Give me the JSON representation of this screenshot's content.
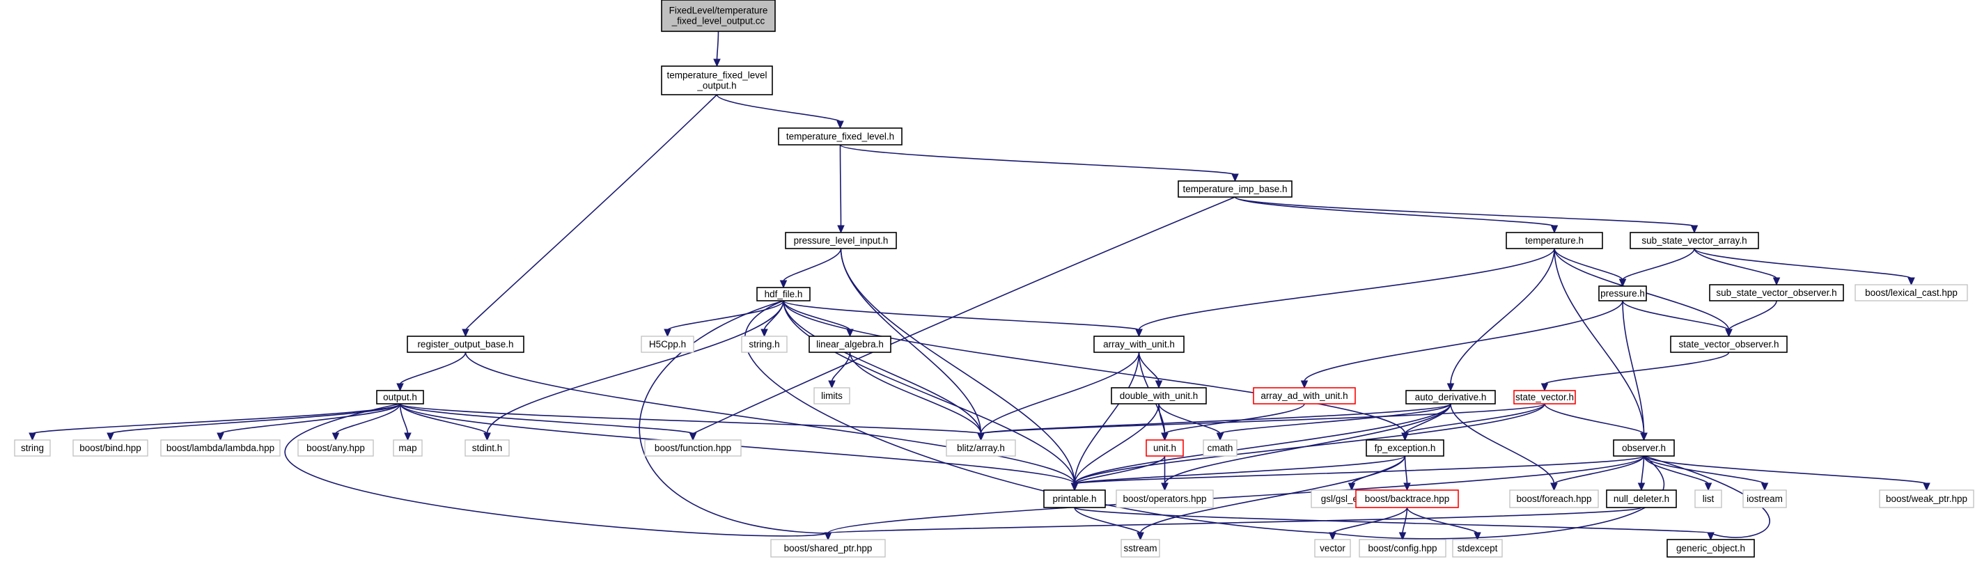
{
  "nodes": [
    {
      "id": "root",
      "lines": [
        "FixedLevel/temperature",
        "_fixed_level_output.cc"
      ],
      "style": "root"
    },
    {
      "id": "tflo",
      "lines": [
        "temperature_fixed_level",
        "_output.h"
      ],
      "style": "normal"
    },
    {
      "id": "tfl",
      "lines": [
        "temperature_fixed_level.h"
      ],
      "style": "normal"
    },
    {
      "id": "tib",
      "lines": [
        "temperature_imp_base.h"
      ],
      "style": "normal"
    },
    {
      "id": "pli",
      "lines": [
        "pressure_level_input.h"
      ],
      "style": "normal"
    },
    {
      "id": "temp",
      "lines": [
        "temperature.h"
      ],
      "style": "normal"
    },
    {
      "id": "ssva",
      "lines": [
        "sub_state_vector_array.h"
      ],
      "style": "normal"
    },
    {
      "id": "hdf",
      "lines": [
        "hdf_file.h"
      ],
      "style": "normal"
    },
    {
      "id": "pressure",
      "lines": [
        "pressure.h"
      ],
      "style": "normal"
    },
    {
      "id": "ssvo",
      "lines": [
        "sub_state_vector_observer.h"
      ],
      "style": "normal"
    },
    {
      "id": "blc",
      "lines": [
        "boost/lexical_cast.hpp"
      ],
      "style": "gray"
    },
    {
      "id": "rob",
      "lines": [
        "register_output_base.h"
      ],
      "style": "normal"
    },
    {
      "id": "h5cpp",
      "lines": [
        "H5Cpp.h"
      ],
      "style": "gray"
    },
    {
      "id": "stringh",
      "lines": [
        "string.h"
      ],
      "style": "gray"
    },
    {
      "id": "la",
      "lines": [
        "linear_algebra.h"
      ],
      "style": "normal"
    },
    {
      "id": "awu",
      "lines": [
        "array_with_unit.h"
      ],
      "style": "normal"
    },
    {
      "id": "svo",
      "lines": [
        "state_vector_observer.h"
      ],
      "style": "normal"
    },
    {
      "id": "output",
      "lines": [
        "output.h"
      ],
      "style": "normal"
    },
    {
      "id": "limits",
      "lines": [
        "limits"
      ],
      "style": "gray"
    },
    {
      "id": "dwu",
      "lines": [
        "double_with_unit.h"
      ],
      "style": "normal"
    },
    {
      "id": "aadwu",
      "lines": [
        "array_ad_with_unit.h"
      ],
      "style": "red"
    },
    {
      "id": "ad",
      "lines": [
        "auto_derivative.h"
      ],
      "style": "normal"
    },
    {
      "id": "sv",
      "lines": [
        "state_vector.h"
      ],
      "style": "red"
    },
    {
      "id": "string",
      "lines": [
        "string"
      ],
      "style": "gray"
    },
    {
      "id": "bbind",
      "lines": [
        "boost/bind.hpp"
      ],
      "style": "gray"
    },
    {
      "id": "blambda",
      "lines": [
        "boost/lambda/lambda.hpp"
      ],
      "style": "gray"
    },
    {
      "id": "bany",
      "lines": [
        "boost/any.hpp"
      ],
      "style": "gray"
    },
    {
      "id": "map",
      "lines": [
        "map"
      ],
      "style": "gray"
    },
    {
      "id": "stdint",
      "lines": [
        "stdint.h"
      ],
      "style": "gray"
    },
    {
      "id": "bfunc",
      "lines": [
        "boost/function.hpp"
      ],
      "style": "gray"
    },
    {
      "id": "blitz",
      "lines": [
        "blitz/array.h"
      ],
      "style": "gray"
    },
    {
      "id": "unit",
      "lines": [
        "unit.h"
      ],
      "style": "red"
    },
    {
      "id": "cmath",
      "lines": [
        "cmath"
      ],
      "style": "gray"
    },
    {
      "id": "fpe",
      "lines": [
        "fp_exception.h"
      ],
      "style": "normal"
    },
    {
      "id": "observer",
      "lines": [
        "observer.h"
      ],
      "style": "normal"
    },
    {
      "id": "printable",
      "lines": [
        "printable.h"
      ],
      "style": "normal"
    },
    {
      "id": "bops",
      "lines": [
        "boost/operators.hpp"
      ],
      "style": "gray"
    },
    {
      "id": "gsl",
      "lines": [
        "gsl/gsl_errno.h"
      ],
      "style": "gray"
    },
    {
      "id": "bbt",
      "lines": [
        "boost/backtrace.hpp"
      ],
      "style": "red"
    },
    {
      "id": "bforeach",
      "lines": [
        "boost/foreach.hpp"
      ],
      "style": "gray"
    },
    {
      "id": "nulld",
      "lines": [
        "null_deleter.h"
      ],
      "style": "normal"
    },
    {
      "id": "list",
      "lines": [
        "list"
      ],
      "style": "gray"
    },
    {
      "id": "iostream",
      "lines": [
        "iostream"
      ],
      "style": "gray"
    },
    {
      "id": "bwp",
      "lines": [
        "boost/weak_ptr.hpp"
      ],
      "style": "gray"
    },
    {
      "id": "bsp",
      "lines": [
        "boost/shared_ptr.hpp"
      ],
      "style": "gray"
    },
    {
      "id": "sstream",
      "lines": [
        "sstream"
      ],
      "style": "gray"
    },
    {
      "id": "vector",
      "lines": [
        "vector"
      ],
      "style": "gray"
    },
    {
      "id": "bconfig",
      "lines": [
        "boost/config.hpp"
      ],
      "style": "gray"
    },
    {
      "id": "stdexcept",
      "lines": [
        "stdexcept"
      ],
      "style": "gray"
    },
    {
      "id": "go",
      "lines": [
        "generic_object.h"
      ],
      "style": "normal"
    }
  ],
  "edges": [
    [
      "root",
      "tflo"
    ],
    [
      "tflo",
      "tfl"
    ],
    [
      "tflo",
      "rob"
    ],
    [
      "tfl",
      "tib"
    ],
    [
      "tfl",
      "pli"
    ],
    [
      "tib",
      "temp"
    ],
    [
      "tib",
      "ssva"
    ],
    [
      "tib",
      "bfunc"
    ],
    [
      "pli",
      "hdf"
    ],
    [
      "pli",
      "blitz"
    ],
    [
      "pli",
      "printable"
    ],
    [
      "temp",
      "pressure"
    ],
    [
      "temp",
      "svo"
    ],
    [
      "temp",
      "awu"
    ],
    [
      "temp",
      "ad"
    ],
    [
      "temp",
      "observer"
    ],
    [
      "ssva",
      "pressure"
    ],
    [
      "ssva",
      "ssvo"
    ],
    [
      "ssva",
      "blc"
    ],
    [
      "pressure",
      "svo"
    ],
    [
      "pressure",
      "aadwu"
    ],
    [
      "pressure",
      "observer"
    ],
    [
      "ssvo",
      "svo"
    ],
    [
      "svo",
      "sv"
    ],
    [
      "hdf",
      "h5cpp"
    ],
    [
      "hdf",
      "stringh"
    ],
    [
      "hdf",
      "la"
    ],
    [
      "hdf",
      "awu"
    ],
    [
      "hdf",
      "blitz"
    ],
    [
      "hdf",
      "stdint"
    ],
    [
      "hdf",
      "bsp"
    ],
    [
      "hdf",
      "vector"
    ],
    [
      "hdf",
      "printable"
    ],
    [
      "hdf",
      "fpe"
    ],
    [
      "rob",
      "output"
    ],
    [
      "rob",
      "printable"
    ],
    [
      "la",
      "limits"
    ],
    [
      "la",
      "blitz"
    ],
    [
      "awu",
      "dwu"
    ],
    [
      "awu",
      "blitz"
    ],
    [
      "awu",
      "printable"
    ],
    [
      "awu",
      "unit"
    ],
    [
      "output",
      "string"
    ],
    [
      "output",
      "bbind"
    ],
    [
      "output",
      "blambda"
    ],
    [
      "output",
      "bany"
    ],
    [
      "output",
      "map"
    ],
    [
      "output",
      "stdint"
    ],
    [
      "output",
      "bfunc"
    ],
    [
      "output",
      "blitz"
    ],
    [
      "output",
      "printable"
    ],
    [
      "output",
      "bsp"
    ],
    [
      "dwu",
      "unit"
    ],
    [
      "dwu",
      "cmath"
    ],
    [
      "dwu",
      "printable"
    ],
    [
      "aadwu",
      "unit"
    ],
    [
      "ad",
      "blitz"
    ],
    [
      "ad",
      "cmath"
    ],
    [
      "ad",
      "fpe"
    ],
    [
      "ad",
      "printable"
    ],
    [
      "ad",
      "bops"
    ],
    [
      "ad",
      "bforeach"
    ],
    [
      "sv",
      "blitz"
    ],
    [
      "sv",
      "fpe"
    ],
    [
      "sv",
      "printable"
    ],
    [
      "sv",
      "observer"
    ],
    [
      "unit",
      "printable"
    ],
    [
      "unit",
      "bops"
    ],
    [
      "fpe",
      "printable"
    ],
    [
      "fpe",
      "gsl"
    ],
    [
      "fpe",
      "bbt"
    ],
    [
      "fpe",
      "sstream"
    ],
    [
      "observer",
      "nulld"
    ],
    [
      "observer",
      "list"
    ],
    [
      "observer",
      "iostream"
    ],
    [
      "observer",
      "bforeach"
    ],
    [
      "observer",
      "bwp"
    ],
    [
      "observer",
      "bsp"
    ],
    [
      "observer",
      "vector"
    ],
    [
      "observer",
      "go"
    ],
    [
      "observer",
      "printable"
    ],
    [
      "printable",
      "sstream"
    ],
    [
      "printable",
      "go"
    ],
    [
      "bbt",
      "vector"
    ],
    [
      "bbt",
      "bconfig"
    ],
    [
      "bbt",
      "stdexcept"
    ],
    [
      "nulld",
      "bsp"
    ]
  ]
}
